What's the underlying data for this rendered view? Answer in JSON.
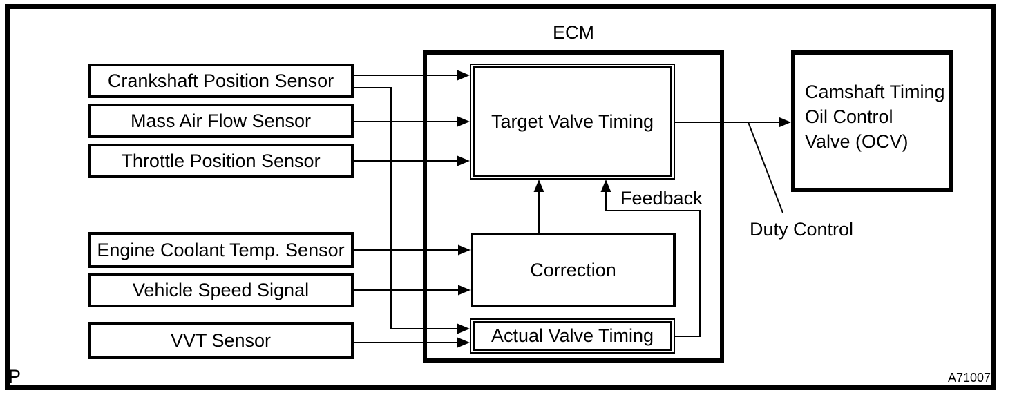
{
  "page": {
    "marker": "P",
    "figure_code": "A71007"
  },
  "diagram": {
    "ecm": {
      "label": "ECM"
    },
    "inputs": [
      {
        "label": "Crankshaft Position Sensor"
      },
      {
        "label": "Mass Air Flow Sensor"
      },
      {
        "label": "Throttle Position Sensor"
      },
      {
        "label": "Engine Coolant Temp. Sensor"
      },
      {
        "label": "Vehicle Speed Signal"
      },
      {
        "label": "VVT Sensor"
      }
    ],
    "blocks": {
      "target_valve_timing": "Target Valve Timing",
      "correction": "Correction",
      "actual_valve_timing": "Actual Valve Timing"
    },
    "output": {
      "label_lines": [
        "Camshaft Timing",
        "Oil Control",
        "Valve (OCV)"
      ]
    },
    "annotations": {
      "feedback": "Feedback",
      "duty_control": "Duty Control"
    },
    "colors": {
      "ink": "#000000",
      "background": "#ffffff"
    }
  }
}
